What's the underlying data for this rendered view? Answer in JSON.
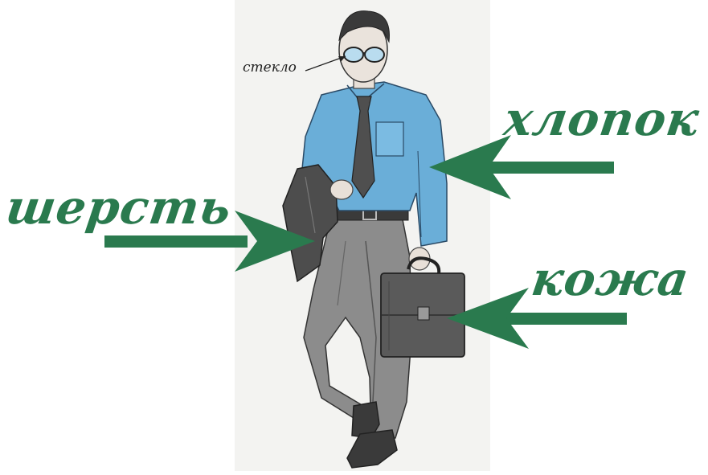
{
  "labels": {
    "glass": "стекло",
    "cotton": "хлопок",
    "wool": "шерсть",
    "leather": "кожа"
  },
  "colors": {
    "accent": "#2a7a4e",
    "shirt": "#6aaed8",
    "trousers": "#8a8a8a",
    "briefcase": "#5a5a5a",
    "jacket": "#4d4d4d",
    "tie": "#555555",
    "skin": "#e8e0d8"
  }
}
